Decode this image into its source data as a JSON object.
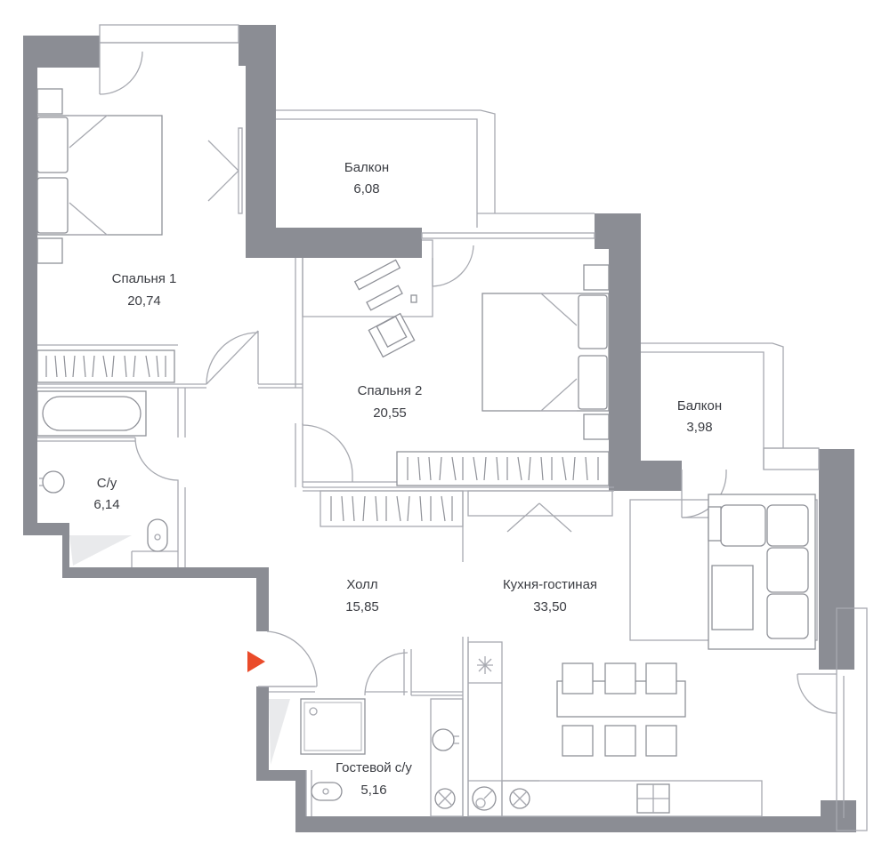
{
  "rooms": {
    "bedroom1": {
      "name": "Спальня 1",
      "area": "20,74"
    },
    "balcony1": {
      "name": "Балкон",
      "area": "6,08"
    },
    "bedroom2": {
      "name": "Спальня 2",
      "area": "20,55"
    },
    "balcony2": {
      "name": "Балкон",
      "area": "3,98"
    },
    "bathroom": {
      "name": "С/у",
      "area": "6,14"
    },
    "hall": {
      "name": "Холл",
      "area": "15,85"
    },
    "kitchen_living": {
      "name": "Кухня-гостиная",
      "area": "33,50"
    },
    "guest_bathroom": {
      "name": "Гостевой с/у",
      "area": "5,16"
    }
  },
  "colors": {
    "wall": "#8b8d94",
    "line": "#a7a9b0",
    "entrance_marker": "#ea4b2a"
  },
  "icons": [
    "entrance-arrow-icon",
    "bathtub-icon",
    "toilet-icon",
    "sink-icon",
    "shower-icon",
    "stove-icon",
    "fan-icon"
  ]
}
